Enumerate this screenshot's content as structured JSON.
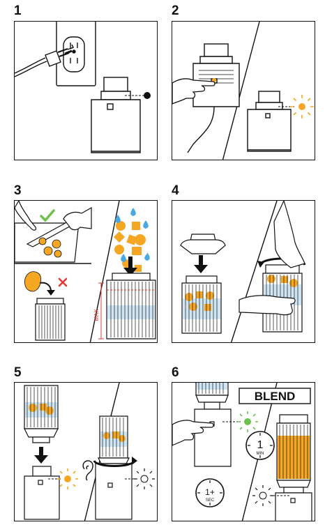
{
  "steps": [
    {
      "number": "1"
    },
    {
      "number": "2"
    },
    {
      "number": "3",
      "max_label": "MAX"
    },
    {
      "number": "4"
    },
    {
      "number": "5"
    },
    {
      "number": "6",
      "blend_label": "BLEND",
      "timer_min": {
        "value": "1",
        "unit": "MIN"
      },
      "timer_sec": {
        "value": "1+",
        "unit": "SEC"
      }
    }
  ],
  "colors": {
    "line": "#111111",
    "orange_fruit": "#f5a623",
    "orange_light": "#f08a00",
    "green_check": "#6cc24a",
    "green_light": "#6cc24a",
    "red_cross": "#e53935",
    "blue_drop": "#4aa8e0",
    "fill_orange": "#f5a623"
  },
  "icons": [
    "plug-icon",
    "outlet-icon",
    "indicator-dot",
    "hand-press-icon",
    "power-cable-icon",
    "light-on-orange-icon",
    "knife-icon",
    "check-icon",
    "cross-icon",
    "water-drop-icon",
    "arrow-down-icon",
    "rotate-arrow-icon",
    "ear-icon",
    "light-off-icon",
    "light-on-green-icon",
    "timer-icon"
  ]
}
